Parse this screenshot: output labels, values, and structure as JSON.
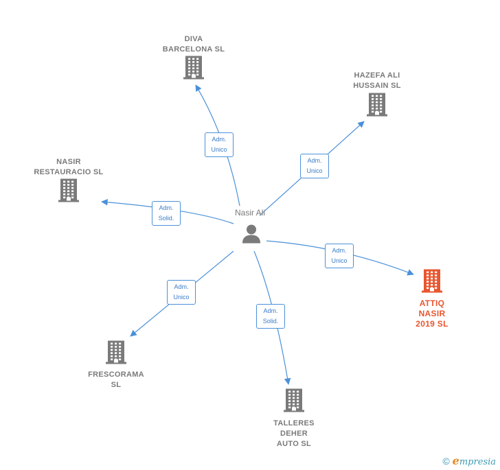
{
  "center": {
    "name": "Nasir Ali",
    "icon": "person-icon"
  },
  "colors": {
    "edge": "#4a90d9",
    "node": "#7a7a7a",
    "highlight": "#e8562f"
  },
  "nodes": [
    {
      "id": "diva",
      "label": "DIVA\nBARCELONA SL",
      "icon": "building-icon",
      "highlight": false
    },
    {
      "id": "hazefa",
      "label": "HAZEFA ALI\nHUSSAIN SL",
      "icon": "building-icon",
      "highlight": false
    },
    {
      "id": "nasir-rest",
      "label": "NASIR\nRESTAURACIO SL",
      "icon": "building-icon",
      "highlight": false
    },
    {
      "id": "attiq",
      "label": "ATTIQ\nNASIR\n2019  SL",
      "icon": "building-icon",
      "highlight": true
    },
    {
      "id": "frescorama",
      "label": "FRESCORAMA\nSL",
      "icon": "building-icon",
      "highlight": false
    },
    {
      "id": "talleres",
      "label": "TALLERES\nDEHER\nAUTO  SL",
      "icon": "building-icon",
      "highlight": false
    }
  ],
  "edges": [
    {
      "to": "diva",
      "label": "Adm.\nUnico"
    },
    {
      "to": "hazefa",
      "label": "Adm.\nUnico"
    },
    {
      "to": "nasir-rest",
      "label": "Adm.\nSolid."
    },
    {
      "to": "attiq",
      "label": "Adm.\nUnico"
    },
    {
      "to": "frescorama",
      "label": "Adm.\nUnico"
    },
    {
      "to": "talleres",
      "label": "Adm.\nSolid."
    }
  ],
  "footer": {
    "copyright": "©",
    "brand_first": "e",
    "brand_rest": "mpresia"
  }
}
